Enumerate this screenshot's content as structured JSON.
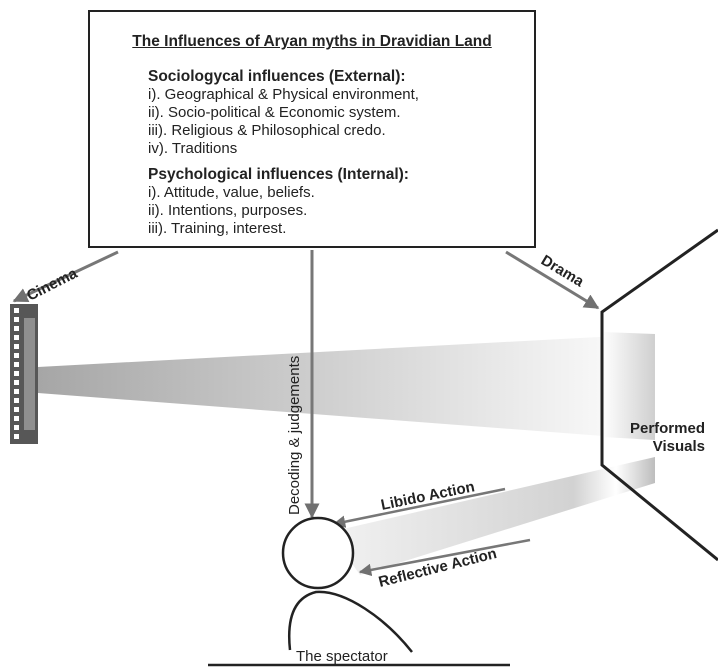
{
  "box": {
    "title": "The Influences of Aryan myths in Dravidian Land",
    "external": {
      "heading": "Sociologycal influences (External):",
      "items": [
        "i). Geographical & Physical environment,",
        "ii). Socio-political & Economic system.",
        "iii). Religious & Philosophical credo.",
        "iv). Traditions"
      ]
    },
    "internal": {
      "heading": "Psychological influences (Internal):",
      "items": [
        "i). Attitude, value, beliefs.",
        "ii). Intentions, purposes.",
        "iii). Training, interest."
      ]
    }
  },
  "labels": {
    "cinema": "Cinema",
    "drama": "Drama",
    "decoding": "Decoding & judgements",
    "performed_line1": "Performed",
    "performed_line2": "Visuals",
    "libido": "Libido Action",
    "reflective": "Reflective Action",
    "spectator": "The spectator"
  },
  "colors": {
    "ink": "#222222",
    "arrow": "#777777",
    "beam_dark": "#aaaaaa",
    "beam_light": "#ffffff",
    "film": "#555555"
  },
  "icons": [
    "film-strip-icon",
    "spectator-figure-icon"
  ]
}
